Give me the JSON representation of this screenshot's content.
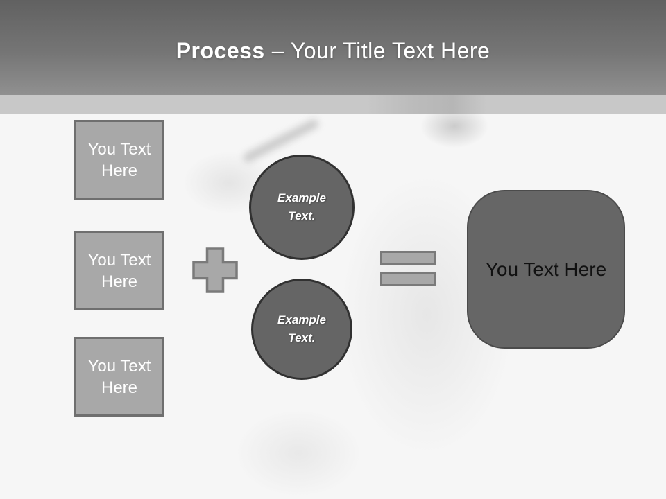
{
  "header": {
    "title_bold": "Process",
    "title_rest": "– Your Title Text Here"
  },
  "inputs": [
    {
      "label": "You Text Here"
    },
    {
      "label": "You Text Here"
    },
    {
      "label": "You Text Here"
    }
  ],
  "operators": {
    "plus_icon": "plus",
    "equals_icon": "equals"
  },
  "example_circles": [
    {
      "label": "Example Text."
    },
    {
      "label": "Example Text."
    }
  ],
  "result": {
    "label": "You Text Here"
  },
  "colors": {
    "header_gradient_top": "#616161",
    "header_gradient_bottom": "#909090",
    "strip": "#c8c8c8",
    "content_background": "#f6f6f6",
    "box_fill": "#a8a8a8",
    "box_border": "#6f6f6f",
    "circle_fill": "#656565",
    "circle_border": "#313131",
    "operator_fill": "#a8a8a8",
    "operator_border": "#7a7a7a",
    "result_fill": "#666666",
    "result_border": "#4b4b4b",
    "title_text": "#ffffff",
    "box_text": "#ffffff",
    "circle_text": "#ffffff",
    "result_text": "#111111"
  }
}
